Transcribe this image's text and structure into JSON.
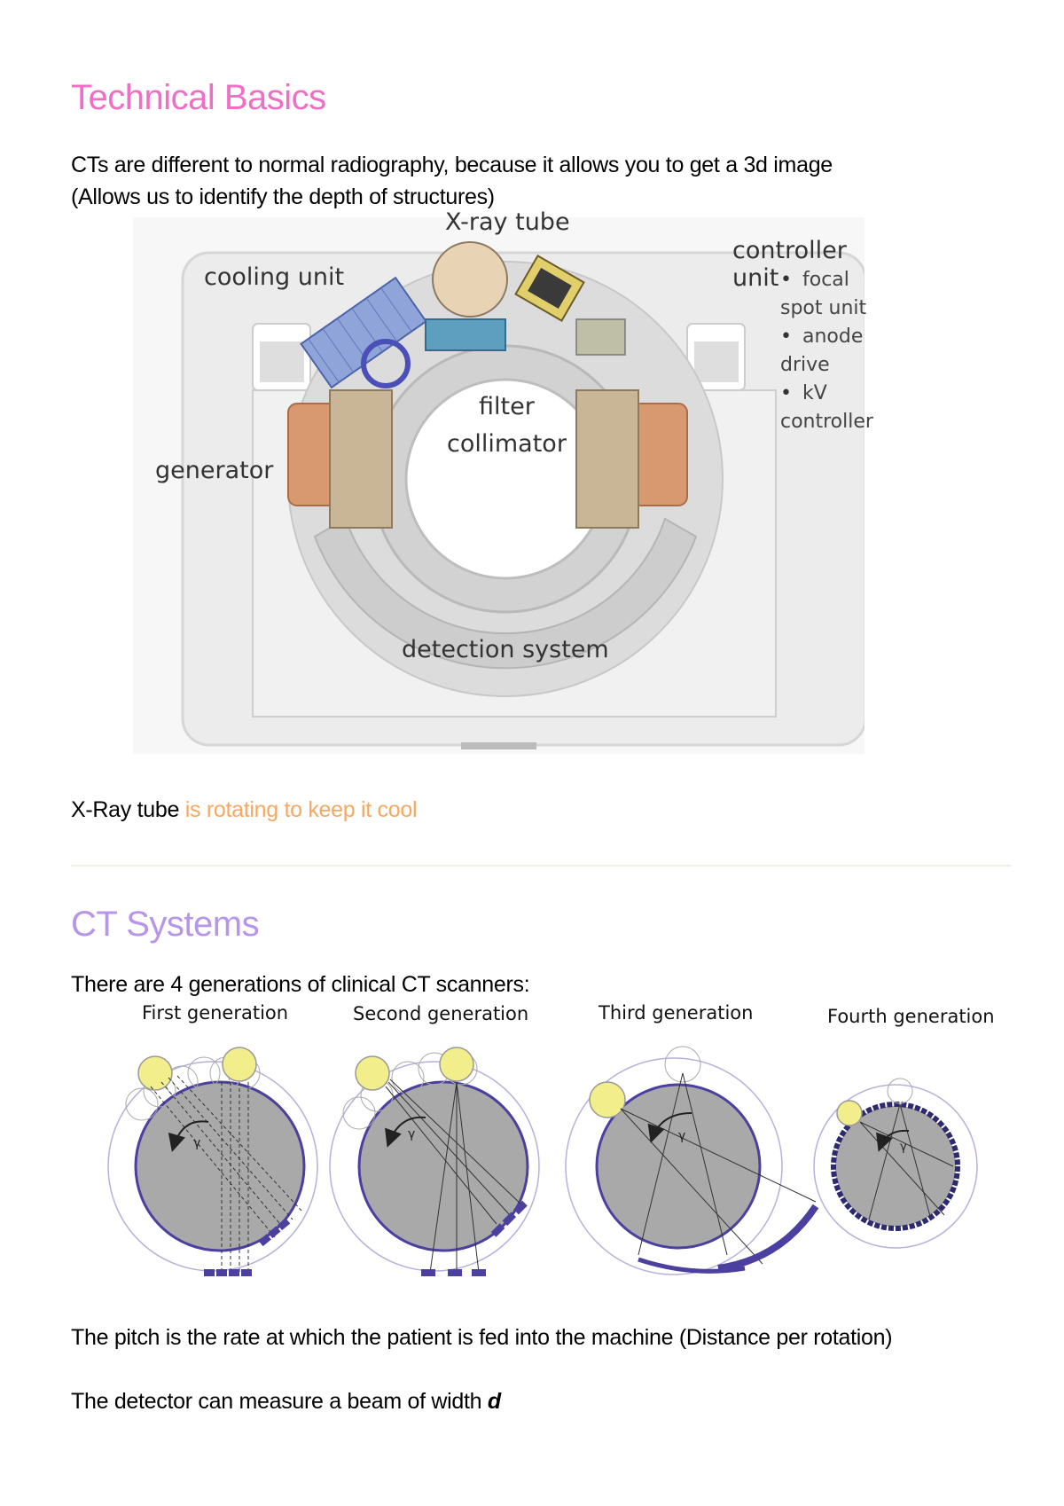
{
  "section1": {
    "heading": "Technical Basics",
    "intro_line1": "CTs are different to normal radiography, because it allows you to get a 3d image",
    "intro_line2": "(Allows us to identify the depth of structures)"
  },
  "ct_figure": {
    "labels": {
      "xray_tube": "X-ray tube",
      "cooling_unit": "cooling unit",
      "controller_unit": "controller unit",
      "controller_items": [
        "focal spot unit",
        "anode drive",
        "kV controller"
      ],
      "filter": "filter",
      "collimator": "collimator",
      "generator": "generator",
      "detection_system": "detection system"
    }
  },
  "rotation_note": {
    "strong": "X-Ray tube",
    "rest": "is rotating to keep it cool"
  },
  "section2": {
    "heading": "CT Systems",
    "intro": "There are 4 generations of clinical CT scanners:",
    "generations": [
      "First generation",
      "Second generation",
      "Third generation",
      "Fourth generation"
    ],
    "gamma": "γ",
    "pitch_text": "The pitch is the rate at which the patient is fed into the machine (Distance per rotation)",
    "detector_text_prefix": "The detector can measure a beam of width ",
    "detector_text_var": "d"
  },
  "colors": {
    "heading1": "#f06fc4",
    "heading2": "#b795e8",
    "orange_text": "#f5a862",
    "generation_disk": "#a9a9a9",
    "generation_ring": "#4b3fa0",
    "tube_yellow": "#f2ee8c"
  }
}
